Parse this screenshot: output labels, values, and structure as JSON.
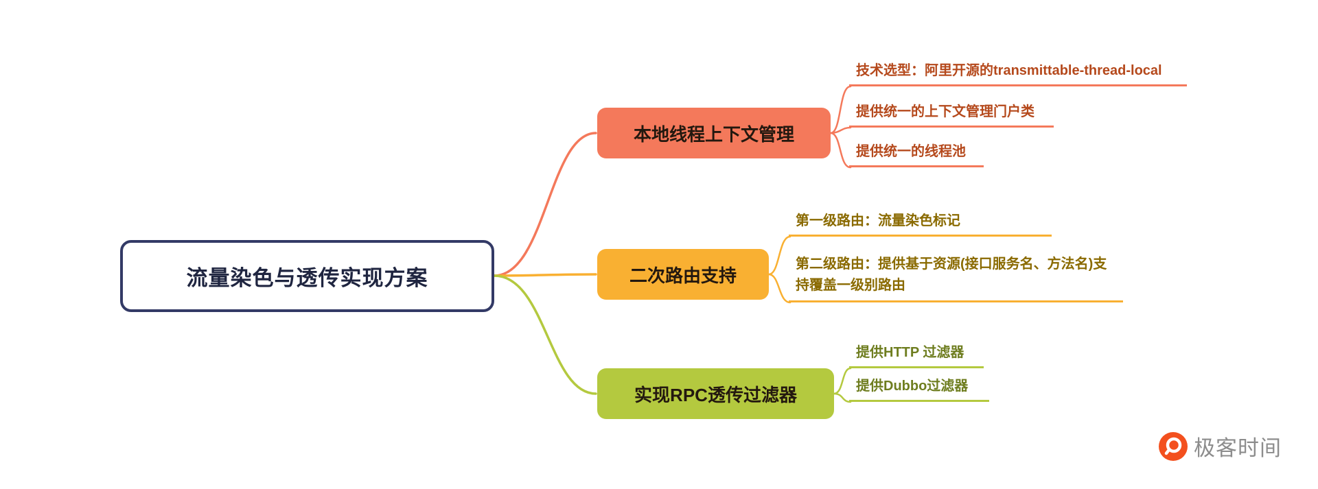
{
  "root": {
    "label": "流量染色与透传实现方案",
    "border_color": "#333a66",
    "text_color": "#1f2540"
  },
  "branches": [
    {
      "label": "本地线程上下文管理",
      "node_color": "#f4795b",
      "leaf_text_color": "#b5491c",
      "leaves": [
        "技术选型：阿里开源的transmittable-thread-local",
        "提供统一的上下文管理门户类",
        "提供统一的线程池"
      ]
    },
    {
      "label": "二次路由支持",
      "node_color": "#f9b032",
      "leaf_text_color": "#8a6a00",
      "leaves": [
        "第一级路由：流量染色标记",
        "第二级路由：提供基于资源(接口服务名、方法名)支持覆盖一级别路由"
      ]
    },
    {
      "label": "实现RPC透传过滤器",
      "node_color": "#b4c93f",
      "leaf_text_color": "#6e7d1f",
      "leaves": [
        "提供HTTP 过滤器",
        "提供Dubbo过滤器"
      ]
    }
  ],
  "watermark": {
    "brand": "极客时间",
    "text_color": "#8c8c8c",
    "icon_color": "#f3501e"
  }
}
